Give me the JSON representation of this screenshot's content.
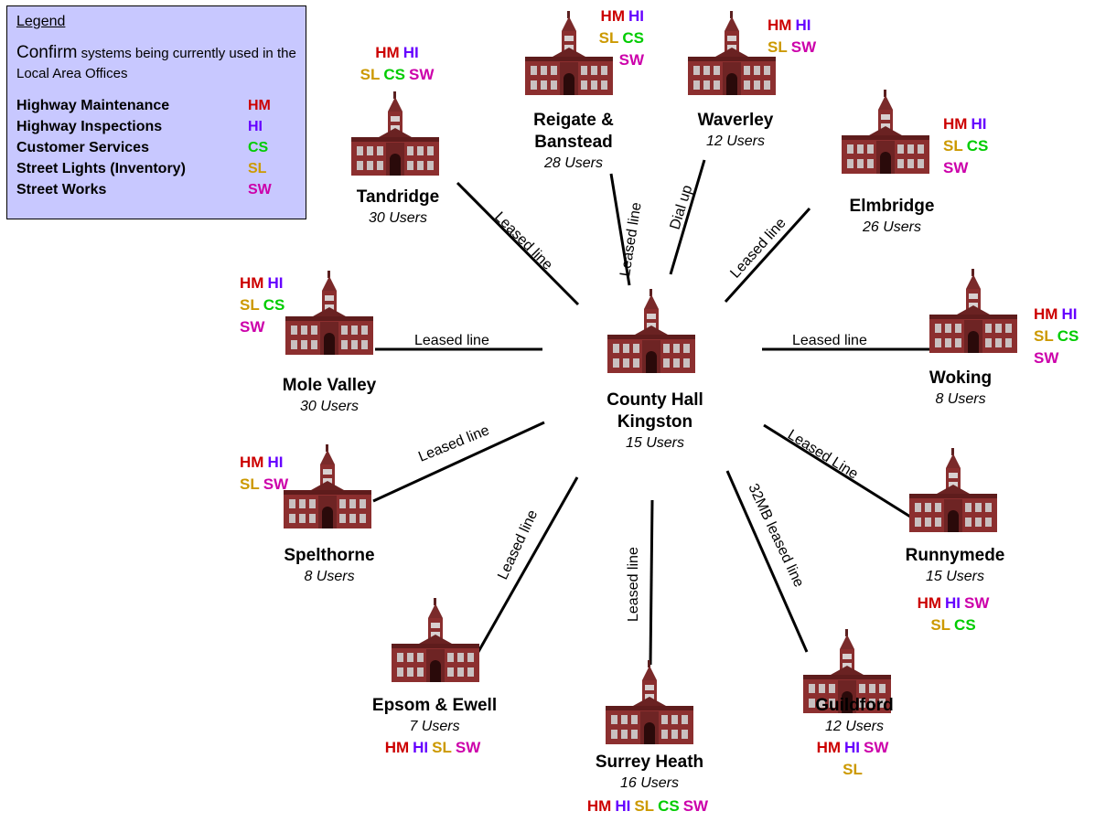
{
  "legend": {
    "title": "Legend",
    "note_lead": "Confirm",
    "note_rest": " systems being currently used in the Local Area Offices",
    "items": [
      {
        "name": "Highway Maintenance",
        "code": "HM",
        "color": "#cc0000"
      },
      {
        "name": "Highway Inspections",
        "code": "HI",
        "color": "#6600ff"
      },
      {
        "name": "Customer Services",
        "code": "CS",
        "color": "#00cc00"
      },
      {
        "name": "Street Lights (Inventory)",
        "code": "SL",
        "color": "#cc9900"
      },
      {
        "name": "Street Works",
        "code": "SW",
        "color": "#cc00aa"
      }
    ]
  },
  "hub": {
    "name_line1": "County Hall",
    "name_line2": "Kingston",
    "users": "15 Users"
  },
  "links": {
    "tandridge": "Leased line",
    "reigate": "Leased line",
    "waverley": "Dial up",
    "elmbridge": "Leased line",
    "mole_valley": "Leased line",
    "woking": "Leased line",
    "spelthorne": "Leased line",
    "runnymede": "Leased Line",
    "epsom": "Leased line",
    "surrey_heath": "Leased line",
    "guildford": "32MB leased line"
  },
  "sites": {
    "tandridge": {
      "name": "Tandridge",
      "users": "30 Users",
      "codes": [
        [
          "HM",
          "HI"
        ],
        [
          "SL",
          "CS",
          "SW"
        ]
      ]
    },
    "reigate": {
      "name_line1": "Reigate &",
      "name_line2": "Banstead",
      "users": "28 Users",
      "codes": [
        [
          "HM",
          "HI"
        ],
        [
          "SL",
          "CS"
        ],
        [
          "SW"
        ]
      ]
    },
    "waverley": {
      "name": "Waverley",
      "users": "12 Users",
      "codes": [
        [
          "HM",
          "HI"
        ],
        [
          "SL",
          "SW"
        ]
      ]
    },
    "elmbridge": {
      "name": "Elmbridge",
      "users": "26 Users",
      "codes": [
        [
          "HM",
          "HI"
        ],
        [
          "SL",
          "CS"
        ],
        [
          "SW"
        ]
      ]
    },
    "mole_valley": {
      "name": "Mole Valley",
      "users": "30 Users",
      "codes": [
        [
          "HM",
          "HI"
        ],
        [
          "SL",
          "CS"
        ],
        [
          "SW"
        ]
      ]
    },
    "woking": {
      "name": "Woking",
      "users": "8 Users",
      "codes": [
        [
          "HM",
          "HI"
        ],
        [
          "SL",
          "CS"
        ],
        [
          "SW"
        ]
      ]
    },
    "spelthorne": {
      "name": "Spelthorne",
      "users": "8 Users",
      "codes": [
        [
          "HM",
          "HI"
        ],
        [
          "SL",
          "SW"
        ]
      ]
    },
    "runnymede": {
      "name": "Runnymede",
      "users": "15 Users",
      "codes": [
        [
          "HM",
          "HI",
          "SW"
        ],
        [
          "SL",
          "CS"
        ]
      ]
    },
    "epsom": {
      "name": "Epsom & Ewell",
      "users": "7 Users",
      "codes": [
        [
          "HM",
          "HI",
          "SL",
          "SW"
        ]
      ]
    },
    "surrey_heath": {
      "name": "Surrey Heath",
      "users": "16 Users",
      "codes": [
        [
          "HM",
          "HI",
          "SL",
          "CS",
          "SW"
        ]
      ]
    },
    "guildford": {
      "name": "Guildford",
      "users": "12 Users",
      "codes": [
        [
          "HM",
          "HI",
          "SW"
        ],
        [
          "SL"
        ]
      ]
    }
  }
}
